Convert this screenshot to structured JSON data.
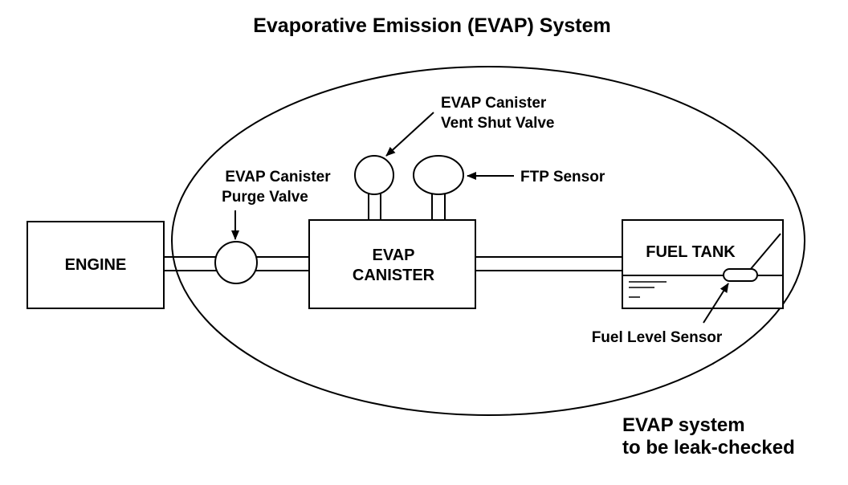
{
  "title": "Evaporative Emission (EVAP) System",
  "components": {
    "engine": "ENGINE",
    "canister_line1": "EVAP",
    "canister_line2": "CANISTER",
    "fuel_tank": "FUEL TANK"
  },
  "callouts": {
    "purge_valve_line1": "EVAP Canister",
    "purge_valve_line2": "Purge Valve",
    "vent_valve_line1": "EVAP Canister",
    "vent_valve_line2": "Vent Shut Valve",
    "ftp_sensor": "FTP Sensor",
    "fuel_level_sensor": "Fuel Level Sensor"
  },
  "boundary_note": {
    "line1": "EVAP system",
    "line2": "to be leak-checked"
  }
}
